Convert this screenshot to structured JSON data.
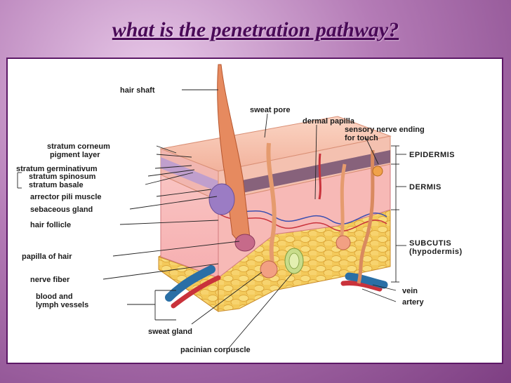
{
  "slide": {
    "title": "what is the penetration pathway?"
  },
  "diagram": {
    "labels_left": {
      "hair_shaft": "hair shaft",
      "stratum_corneum": "stratum corneum",
      "pigment_layer": "pigment layer",
      "stratum_germinativum": "stratum germinativum",
      "stratum_spinosum": "stratum spinosum",
      "stratum_basale": "stratum basale",
      "arrector_pili_muscle": "arrector pili muscle",
      "sebaceous_gland": "sebaceous gland",
      "hair_follicle": "hair follicle",
      "papilla_of_hair": "papilla of hair",
      "nerve_fiber": "nerve fiber",
      "blood_vessels_line1": "blood and",
      "blood_vessels_line2": "lymph vessels"
    },
    "labels_top": {
      "sweat_pore": "sweat pore",
      "dermal_papilla": "dermal papilla",
      "sensory_nerve_line1": "sensory nerve ending",
      "sensory_nerve_line2": "for touch"
    },
    "labels_bottom": {
      "sweat_gland": "sweat gland",
      "pacinian_corpuscle": "pacinian corpuscle"
    },
    "labels_right": {
      "epidermis": "EPIDERMIS",
      "dermis": "DERMIS",
      "subcutis_line1": "SUBCUTIS",
      "subcutis_line2": "(hypodermis)",
      "vein": "vein",
      "artery": "artery"
    }
  }
}
